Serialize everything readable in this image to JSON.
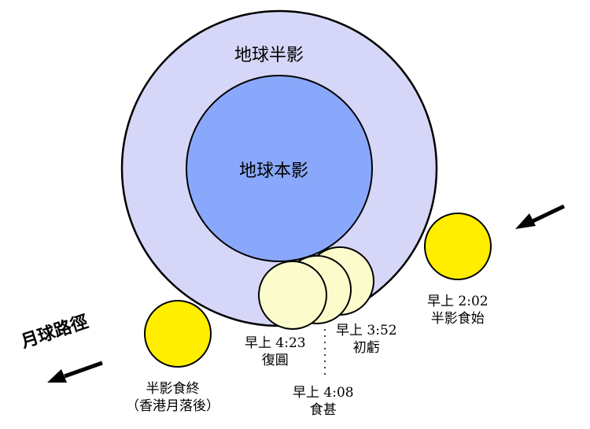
{
  "regions": {
    "penumbra_label": "地球半影",
    "umbra_label": "地球本影"
  },
  "moon_path_label": "月球路徑",
  "events": {
    "penumbral_begin": {
      "time": "早上 2:02",
      "name": "半影食始"
    },
    "partial_begin": {
      "time": "早上 3:52",
      "name": "初虧"
    },
    "greatest": {
      "time": "早上 4:08",
      "name": "食甚"
    },
    "partial_end": {
      "time": "早上 4:23",
      "name": "復圓"
    },
    "penumbral_end": {
      "name": "半影食終",
      "note": "（香港月落後）"
    }
  },
  "colors": {
    "penumbra": "#d6d6f8",
    "umbra": "#8aa8fb",
    "moon_bright": "#ffee00",
    "moon_eclipsed": "#fbfbcc",
    "outline": "#000000"
  }
}
